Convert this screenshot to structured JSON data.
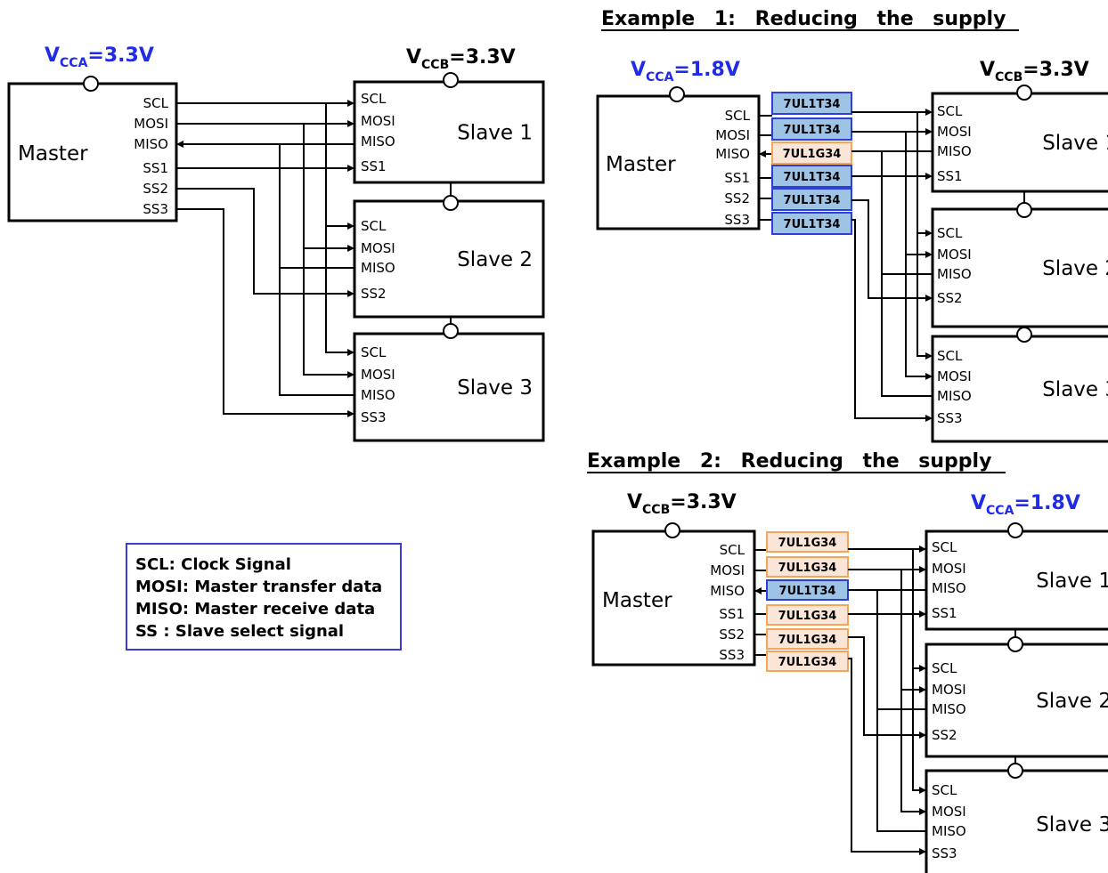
{
  "left": {
    "vcca": {
      "v": "V",
      "sub": "CCA",
      "val": "=3.3V",
      "color": "#1f2be6"
    },
    "vccb": {
      "v": "V",
      "sub": "CCB",
      "val": "=3.3V",
      "color": "#000000"
    }
  },
  "ex1": {
    "title": "Example 1: Reducing the supply",
    "vcca": {
      "v": "V",
      "sub": "CCA",
      "val": "=1.8V",
      "color": "#1f2be6"
    },
    "vccb": {
      "v": "V",
      "sub": "CCB",
      "val": "=3.3V",
      "color": "#000000"
    },
    "chips": [
      "7UL1T34",
      "7UL1T34",
      "7UL1G34",
      "7UL1T34",
      "7UL1T34",
      "7UL1T34"
    ]
  },
  "ex2": {
    "title": "Example 2: Reducing the supply",
    "vccb": {
      "v": "V",
      "sub": "CCB",
      "val": "=3.3V",
      "color": "#000000"
    },
    "vcca": {
      "v": "V",
      "sub": "CCA",
      "val": "=1.8V",
      "color": "#1f2be6"
    },
    "chips": [
      "7UL1G34",
      "7UL1G34",
      "7UL1T34",
      "7UL1G34",
      "7UL1G34",
      "7UL1G34"
    ]
  },
  "master_label": "Master",
  "slave_labels": [
    "Slave 1",
    "Slave 2",
    "Slave 3"
  ],
  "master_pins": [
    "SCL",
    "MOSI",
    "MISO",
    "SS1",
    "SS2",
    "SS3"
  ],
  "slave_pins": [
    "SCL",
    "MOSI",
    "MISO"
  ],
  "slave_select": [
    "SS1",
    "SS2",
    "SS3"
  ],
  "legend": [
    "SCL: Clock Signal",
    "MOSI: Master transfer data",
    "MISO: Master receive data",
    "SS :  Slave select signal"
  ],
  "colors": {
    "t34_fill": "#9dc3e6",
    "g34_fill": "#fbe5d6",
    "accent_blue": "#1f2be6"
  }
}
